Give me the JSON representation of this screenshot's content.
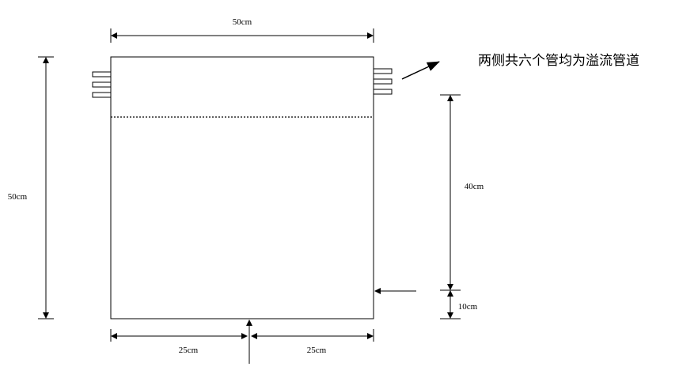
{
  "labels": {
    "top_width": "50cm",
    "left_height": "50cm",
    "right_upper": "40cm",
    "right_lower": "10cm",
    "bottom_left": "25cm",
    "bottom_right": "25cm",
    "note": "两侧共六个管均为溢流管道"
  },
  "colors": {
    "line": "#000000",
    "background": "#ffffff"
  },
  "icons": {
    "pipes": "overflow-pipe-icon",
    "arrows": "arrow-icon"
  }
}
